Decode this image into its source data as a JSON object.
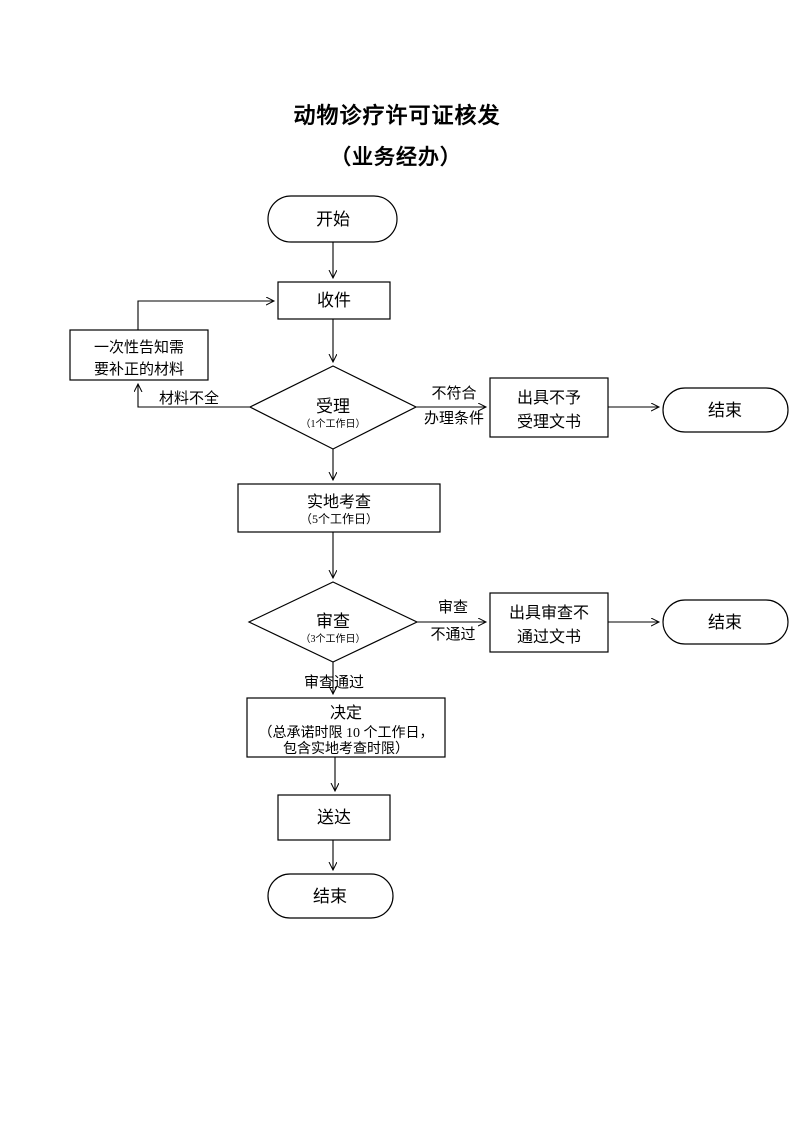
{
  "header": {
    "title": "动物诊疗许可证核发",
    "subtitle": "（业务经办）"
  },
  "nodes": {
    "start": {
      "label": "开始"
    },
    "receive": {
      "label": "收件"
    },
    "accept": {
      "label": "受理",
      "duration": "（1个工作日）"
    },
    "notify": {
      "line1": "一次性告知需",
      "line2": "要补正的材料"
    },
    "reject_doc": {
      "line1": "出具不予",
      "line2": "受理文书"
    },
    "end1": {
      "label": "结束"
    },
    "site_visit": {
      "label": "实地考查",
      "duration": "（5个工作日）"
    },
    "review": {
      "label": "审查",
      "duration": "（3个工作日）"
    },
    "review_fail_doc": {
      "line1": "出具审查不",
      "line2": "通过文书"
    },
    "end2": {
      "label": "结束"
    },
    "decision": {
      "label": "决定",
      "sub1": "（总承诺时限 10 个工作日，",
      "sub2": "包含实地考查时限）"
    },
    "deliver": {
      "label": "送达"
    },
    "end3": {
      "label": "结束"
    }
  },
  "edge_labels": {
    "materials_incomplete": "材料不全",
    "not_qualified_line1": "不符合",
    "not_qualified_line2": "办理条件",
    "review_fail_line1": "审查",
    "review_fail_line2": "不通过",
    "review_pass": "审查通过"
  },
  "colors": {
    "line": "#000000",
    "background": "#ffffff",
    "text": "#000000"
  }
}
